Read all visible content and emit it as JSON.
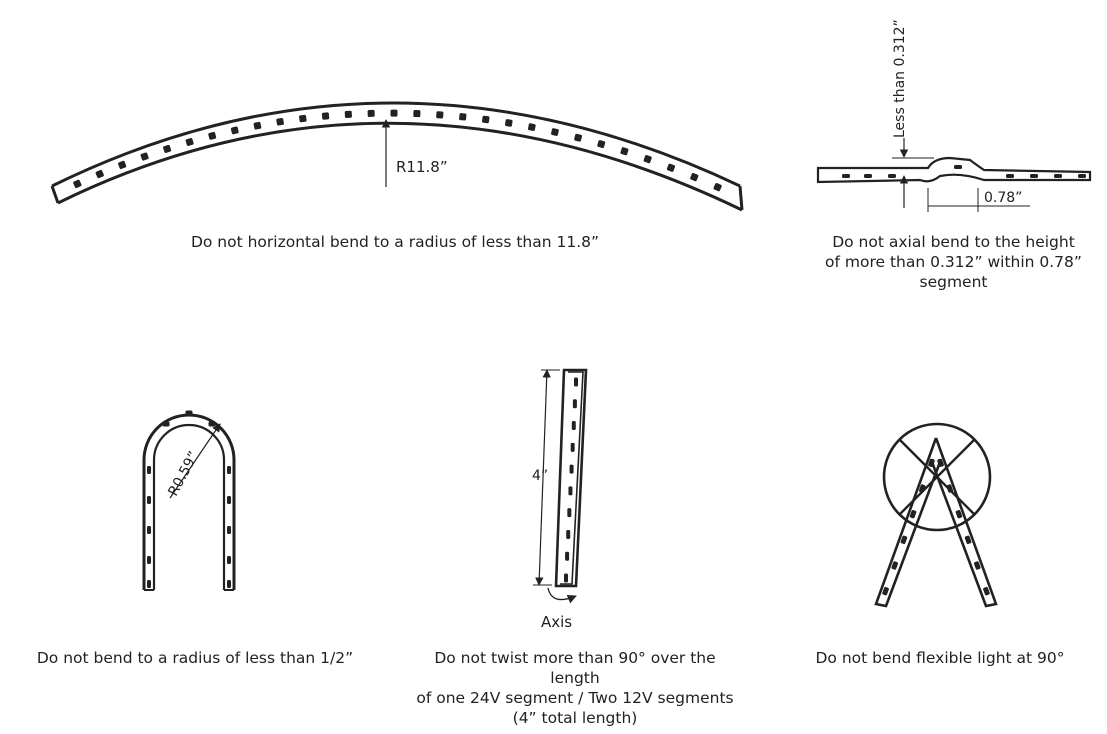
{
  "panels": {
    "horizontal_bend": {
      "radius_label": "R11.8”",
      "caption": "Do not horizontal bend to a radius of less than 11.8”"
    },
    "axial_bend": {
      "height_label": "Less than 0.312”",
      "segment_label": "0.78”",
      "caption_line1": "Do not axial bend to the height",
      "caption_line2": "of more than 0.312” within 0.78”",
      "caption_line3": "segment"
    },
    "u_bend": {
      "radius_label": "R0.59”",
      "caption": "Do not bend to a radius of less than 1/2”"
    },
    "twist": {
      "length_label": "4”",
      "axis_label": "Axis",
      "caption_line1": "Do not twist more than 90° over the",
      "caption_line2": "length",
      "caption_line3": "of one 24V segment / Two 12V segments",
      "caption_line4": "(4” total length)"
    },
    "right_angle": {
      "caption": "Do not bend flexible light at 90°"
    }
  }
}
